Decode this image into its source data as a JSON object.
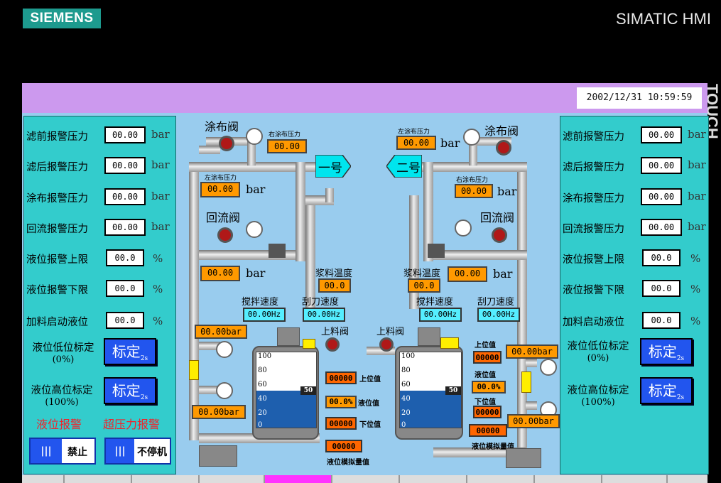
{
  "brand": {
    "logo": "SIEMENS",
    "model": "SIMATIC HMI",
    "side_label": "TOUCH"
  },
  "header": {
    "datetime": "2002/12/31 10:59:59"
  },
  "panel_rows": [
    {
      "label": "滤前报警压力",
      "value": "00.00",
      "unit": "bar"
    },
    {
      "label": "滤后报警压力",
      "value": "00.00",
      "unit": "bar"
    },
    {
      "label": "涂布报警压力",
      "value": "00.00",
      "unit": "bar"
    },
    {
      "label": "回流报警压力",
      "value": "00.00",
      "unit": "bar"
    },
    {
      "label": "液位报警上限",
      "value": "00.0",
      "unit": "%"
    },
    {
      "label": "液位报警下限",
      "value": "00.0",
      "unit": "%"
    },
    {
      "label": "加料启动液位",
      "value": "00.0",
      "unit": "%"
    }
  ],
  "calibration": {
    "low_label": "液位低位标定",
    "low_sub": "(0%)",
    "high_label": "液位高位标定",
    "high_sub": "(100%)",
    "button": "标定",
    "button_sub": "2s"
  },
  "alarms": {
    "level": "液位报警",
    "overpressure": "超压力报警"
  },
  "toggles": {
    "left": "禁止",
    "right": "不停机",
    "bar_glyph": "|||"
  },
  "line1": {
    "coat_valve": "涂布阀",
    "right_coat_pressure_label": "右涂布压力",
    "right_coat_pressure": "00.00",
    "left_coat_pressure_label": "左涂布压力",
    "left_coat_pressure": "00.00",
    "unit": "bar",
    "name": "一号",
    "return_valve": "回流阀",
    "return_pressure": "00.00",
    "slurry_temp_label": "浆料温度",
    "slurry_temp": "00.0",
    "stir_speed_label": "搅拌速度",
    "stir_speed": "00.00Hz",
    "scraper_speed_label": "刮刀速度",
    "scraper_speed": "00.00Hz",
    "top_pressure": "00.00bar",
    "bottom_pressure": "00.00bar",
    "feed_valve": "上料阀",
    "upper_value": "00000",
    "upper_label": "上位值",
    "level_value": "00.0%",
    "level_label": "液位值",
    "lower_value": "00000",
    "lower_label": "下位值",
    "analog_value": "00000",
    "analog_label": "液位模拟量值",
    "level_reading": "50",
    "scale": [
      "100",
      "80",
      "60",
      "40",
      "20",
      "0"
    ]
  },
  "line2": {
    "coat_valve": "涂布阀",
    "left_coat_pressure_label": "左涂布压力",
    "left_coat_pressure": "00.00",
    "right_coat_pressure_label": "右涂布压力",
    "right_coat_pressure": "00.00",
    "unit": "bar",
    "name": "二号",
    "return_valve": "回流阀",
    "return_pressure": "00.00",
    "slurry_temp_label": "浆料温度",
    "slurry_temp": "00.0",
    "stir_speed_label": "搅拌速度",
    "stir_speed": "00.00Hz",
    "scraper_speed_label": "刮刀速度",
    "scraper_speed": "00.00Hz",
    "top_pressure": "00.00bar",
    "bottom_pressure": "00.00bar",
    "feed_valve": "上料阀",
    "upper_label": "上位值",
    "upper_value": "00000",
    "level_label": "液位值",
    "level_value": "00.0%",
    "lower_label": "下位值",
    "lower_value": "00000",
    "analog_value": "00000",
    "analog_label": "液位模拟量值",
    "level_reading": "50",
    "scale": [
      "100",
      "80",
      "60",
      "40",
      "20",
      "0"
    ]
  },
  "colors": {
    "header": "#cc99ee",
    "screen": "#99ccee",
    "panel": "#33cccc",
    "orange": "#ff9900",
    "cyan": "#55eeff",
    "alarm": "#f2222a",
    "button": "#2255ee",
    "active_tab": "#ff33ff"
  }
}
